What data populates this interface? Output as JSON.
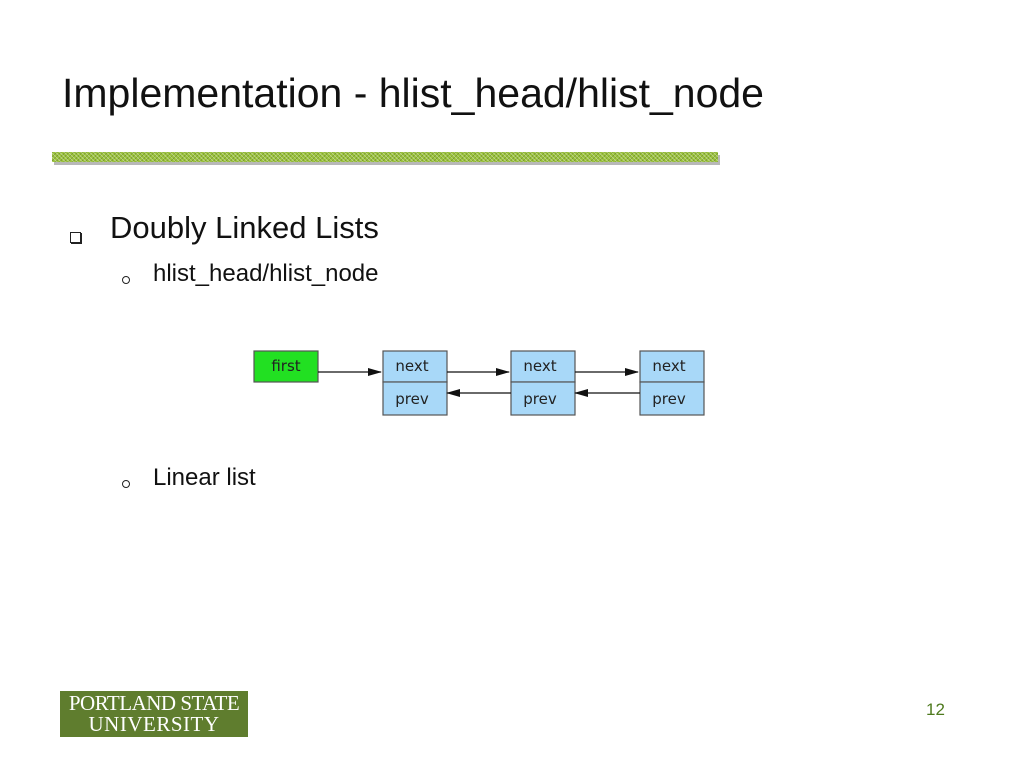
{
  "slide": {
    "title": "Implementation - hlist_head/hlist_node",
    "bullets": [
      {
        "text": "Doubly Linked Lists",
        "sub": [
          {
            "text": "hlist_head/hlist_node"
          },
          {
            "text": "Linear list"
          }
        ]
      }
    ]
  },
  "diagram": {
    "head_label": "first",
    "nodes": [
      {
        "next": "next",
        "prev": "prev"
      },
      {
        "next": "next",
        "prev": "prev"
      },
      {
        "next": "next",
        "prev": "prev"
      }
    ],
    "colors": {
      "head_fill": "#22e022",
      "node_fill": "#a8d8f8",
      "stroke": "#555555"
    }
  },
  "footer": {
    "logo_line1": "PORTLAND STATE",
    "logo_line2": "UNIVERSITY",
    "page_number": "12"
  },
  "colors": {
    "accent": "#9bc23c",
    "logo_bg": "#5f7d2e",
    "page_number": "#4e7a1e"
  }
}
